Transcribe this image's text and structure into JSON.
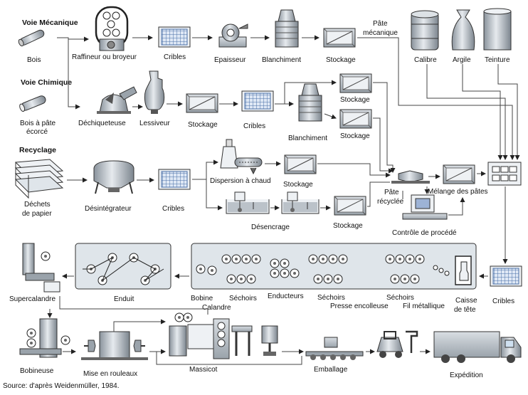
{
  "sections": {
    "mechanical": "Voie Mécanique",
    "chemical": "Voie Chimique",
    "recycling": "Recyclage"
  },
  "labels": {
    "bois": "Bois",
    "raffineur": "Raffineur ou broyeur",
    "cribles1": "Cribles",
    "epaisseur": "Epaisseur",
    "blanchiment1": "Blanchiment",
    "stockage1": "Stockage",
    "pate_mecanique_1": "Pâte",
    "pate_mecanique_2": "mécanique",
    "calibre": "Calibre",
    "argile": "Argile",
    "teinture": "Teinture",
    "bois_ecorce_1": "Bois à pâte",
    "bois_ecorce_2": "écorcé",
    "dechiqueteuse": "Déchiqueteuse",
    "lessiveur": "Lessiveur",
    "stockage2": "Stockage",
    "cribles2": "Cribles",
    "blanchiment2": "Blanchiment",
    "stockage3": "Stockage",
    "stockage4": "Stockage",
    "dechets_1": "Déchets",
    "dechets_2": "de papier",
    "desintegrateur": "Désintégrateur",
    "cribles3": "Cribles",
    "dispersion": "Dispersion à chaud",
    "stockage5": "Stockage",
    "pate_recyclee_1": "Pâte",
    "pate_recyclee_2": "récyclée",
    "melange": "Mélange des pâtes",
    "desencrage": "Désencrage",
    "stockage6": "Stockage",
    "controle": "Contrôle de procédé",
    "supercalandre": "Supercalandre",
    "enduit": "Enduit",
    "bobine": "Bobine",
    "calandre": "Calandre",
    "sechoirs1": "Séchoirs",
    "enducteurs": "Enducteurs",
    "sechoirs2": "Séchoirs",
    "presse": "Presse encolleuse",
    "sechoirs3": "Séchoirs",
    "fil": "Fil métallique",
    "caisse_1": "Caisse",
    "caisse_2": "de tête",
    "cribles4": "Cribles",
    "bobineuse": "Bobineuse",
    "mise": "Mise en rouleaux",
    "massicot": "Massicot",
    "emballage": "Emballage",
    "expedition": "Expédition"
  },
  "source": "Source: d'après Weidenmüller, 1984.",
  "colors": {
    "line": "#444444",
    "machine_fill": "#c9d0d6",
    "machine_dark": "#6c7680",
    "screen_blue": "#5a7fb8",
    "panel_fill": "#dfe5ea"
  }
}
